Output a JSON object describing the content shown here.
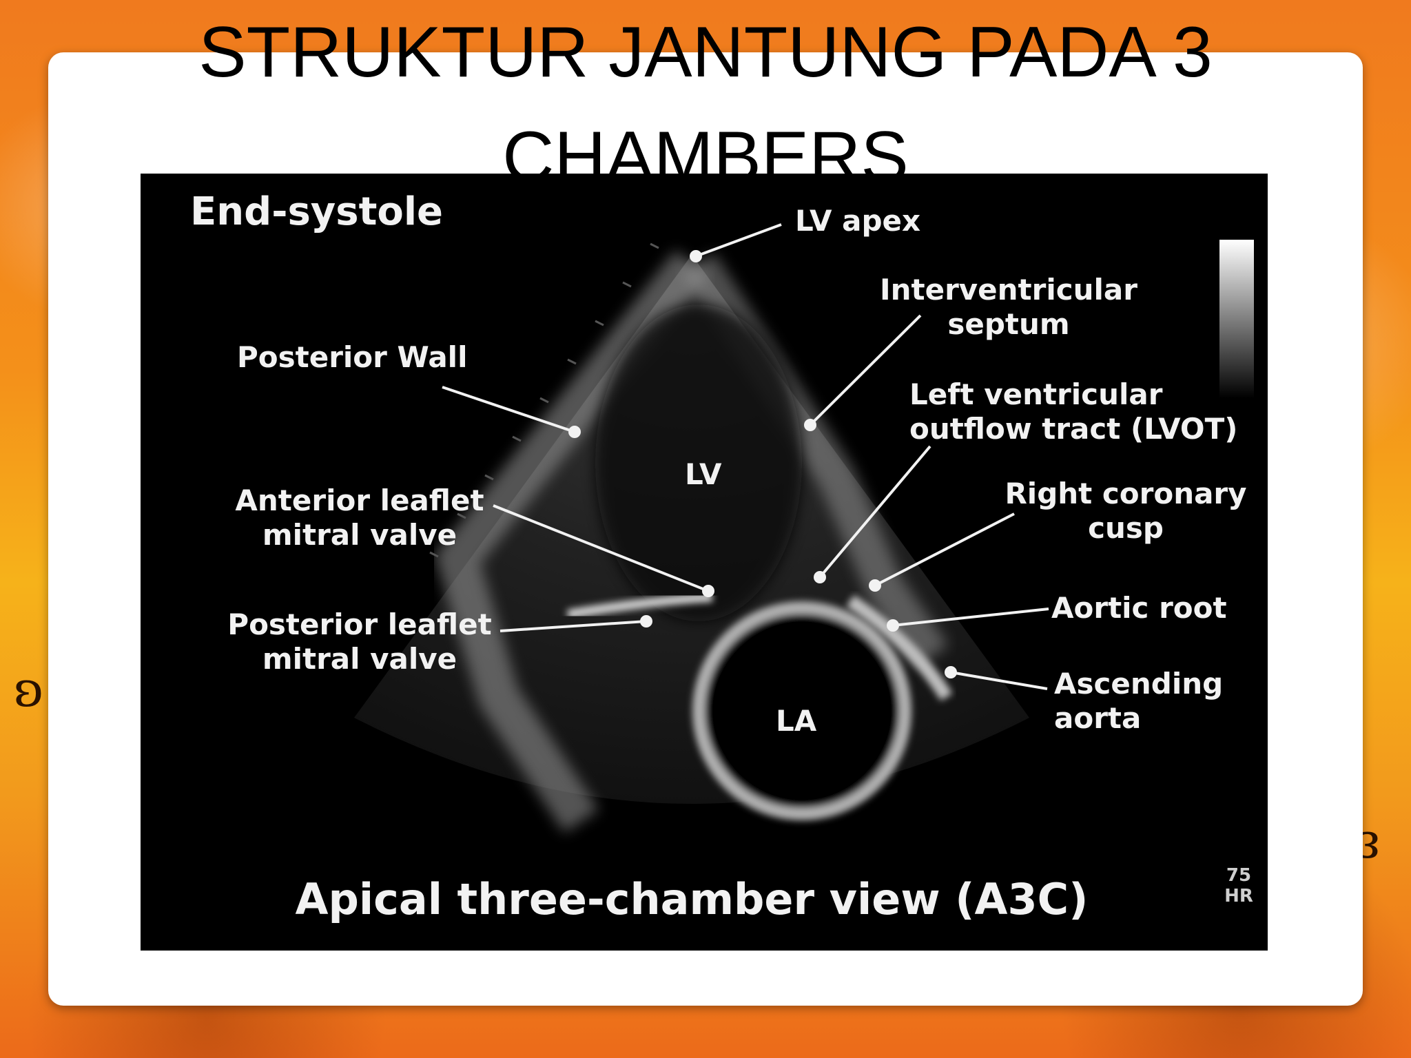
{
  "slide": {
    "title_line1": "STRUKTUR JANTUNG PADA 3",
    "title_line2": "CHAMBERS"
  },
  "echo": {
    "phase": "End-systole",
    "view_caption": "Apical three-chamber view (A3C)",
    "heart_rate": "75",
    "heart_rate_unit": "HR",
    "chambers": {
      "lv": "LV",
      "la": "LA"
    },
    "labels": {
      "lv_apex": "LV apex",
      "interventricular_septum_1": "Interventricular",
      "interventricular_septum_2": "septum",
      "posterior_wall": "Posterior Wall",
      "lvot_1": "Left ventricular",
      "lvot_2": "outflow tract (LVOT)",
      "anterior_leaflet_1": "Anterior leaflet",
      "anterior_leaflet_2": "mitral valve",
      "right_coronary_cusp_1": "Right coronary",
      "right_coronary_cusp_2": "cusp",
      "posterior_leaflet_1": "Posterior leaflet",
      "posterior_leaflet_2": "mitral valve",
      "aortic_root": "Aortic root",
      "ascending_aorta_1": "Ascending",
      "ascending_aorta_2": "aorta"
    }
  },
  "colors": {
    "background_orange": "#f07a1e",
    "background_yellow": "#f6b21a",
    "card": "#ffffff",
    "image_background": "#000000",
    "label_text": "#f2f2f2"
  }
}
